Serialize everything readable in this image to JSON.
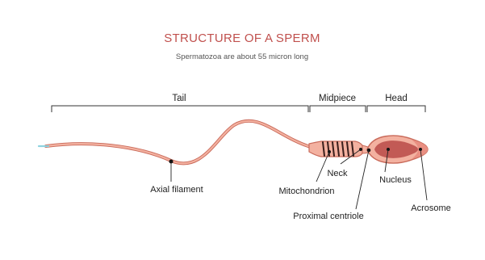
{
  "title": "STRUCTURE OF A SPERM",
  "subtitle": "Spermatozoa are about 55 micron long",
  "sections": {
    "tail": "Tail",
    "midpiece": "Midpiece",
    "head": "Head"
  },
  "labels": {
    "axial_filament": "Axial filament",
    "mitochondrion": "Mitochondrion",
    "neck": "Neck",
    "nucleus": "Nucleus",
    "proximal_centriole": "Proximal centriole",
    "acrosome": "Acrosome"
  },
  "colors": {
    "title": "#c0504d",
    "body_fill": "#f3b1a0",
    "body_outline": "#c96a5a",
    "nucleus_fill": "#c25a55",
    "mitochondria_bands": "#3a1f1c",
    "tail_tip": "#8fd3e0"
  }
}
